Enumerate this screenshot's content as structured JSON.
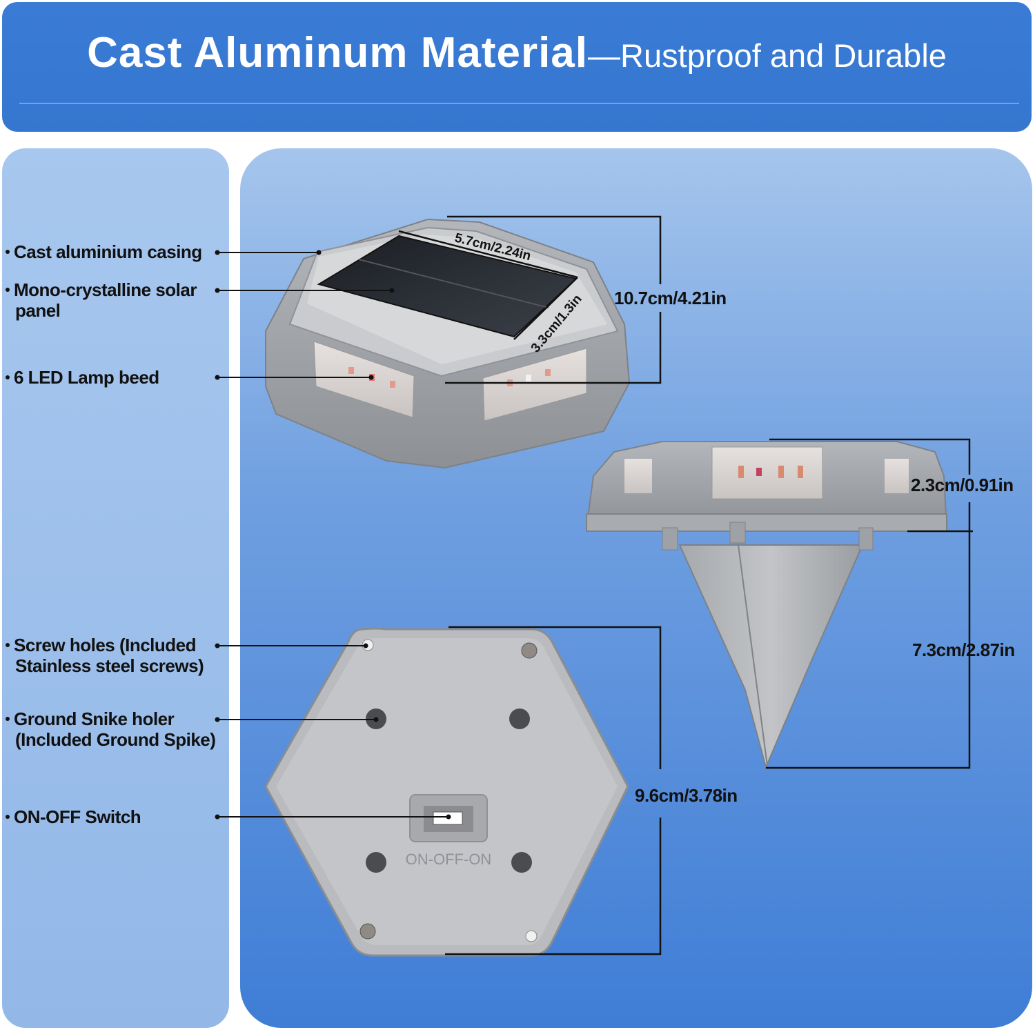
{
  "header": {
    "title_bold": "Cast Aluminum Material",
    "title_light": "—Rustproof and Durable"
  },
  "callouts": [
    {
      "line1": "Cast aluminium casing",
      "line2": ""
    },
    {
      "line1": "Mono-crystalline solar",
      "line2": "panel"
    },
    {
      "line1": "6 LED Lamp beed",
      "line2": ""
    },
    {
      "line1": "Screw holes (Included",
      "line2": "Stainless steel screws)"
    },
    {
      "line1": "Ground Snike holer",
      "line2": "(Included Ground Spike)"
    },
    {
      "line1": "ON-OFF Switch",
      "line2": ""
    }
  ],
  "dimensions": {
    "panel_width": "5.7cm/2.24in",
    "panel_depth": "3.3cm/1.3in",
    "overall_width": "10.7cm/4.21in",
    "body_height": "2.3cm/0.91in",
    "spike_length": "7.3cm/2.87in",
    "bottom_width": "9.6cm/3.78in"
  },
  "switch_marking": "ON-OFF-ON",
  "colors": {
    "header_blue": "#3a7bd5",
    "panel_light_blue": "#a7c7ee",
    "casing_gray": "#9c9fa4"
  }
}
